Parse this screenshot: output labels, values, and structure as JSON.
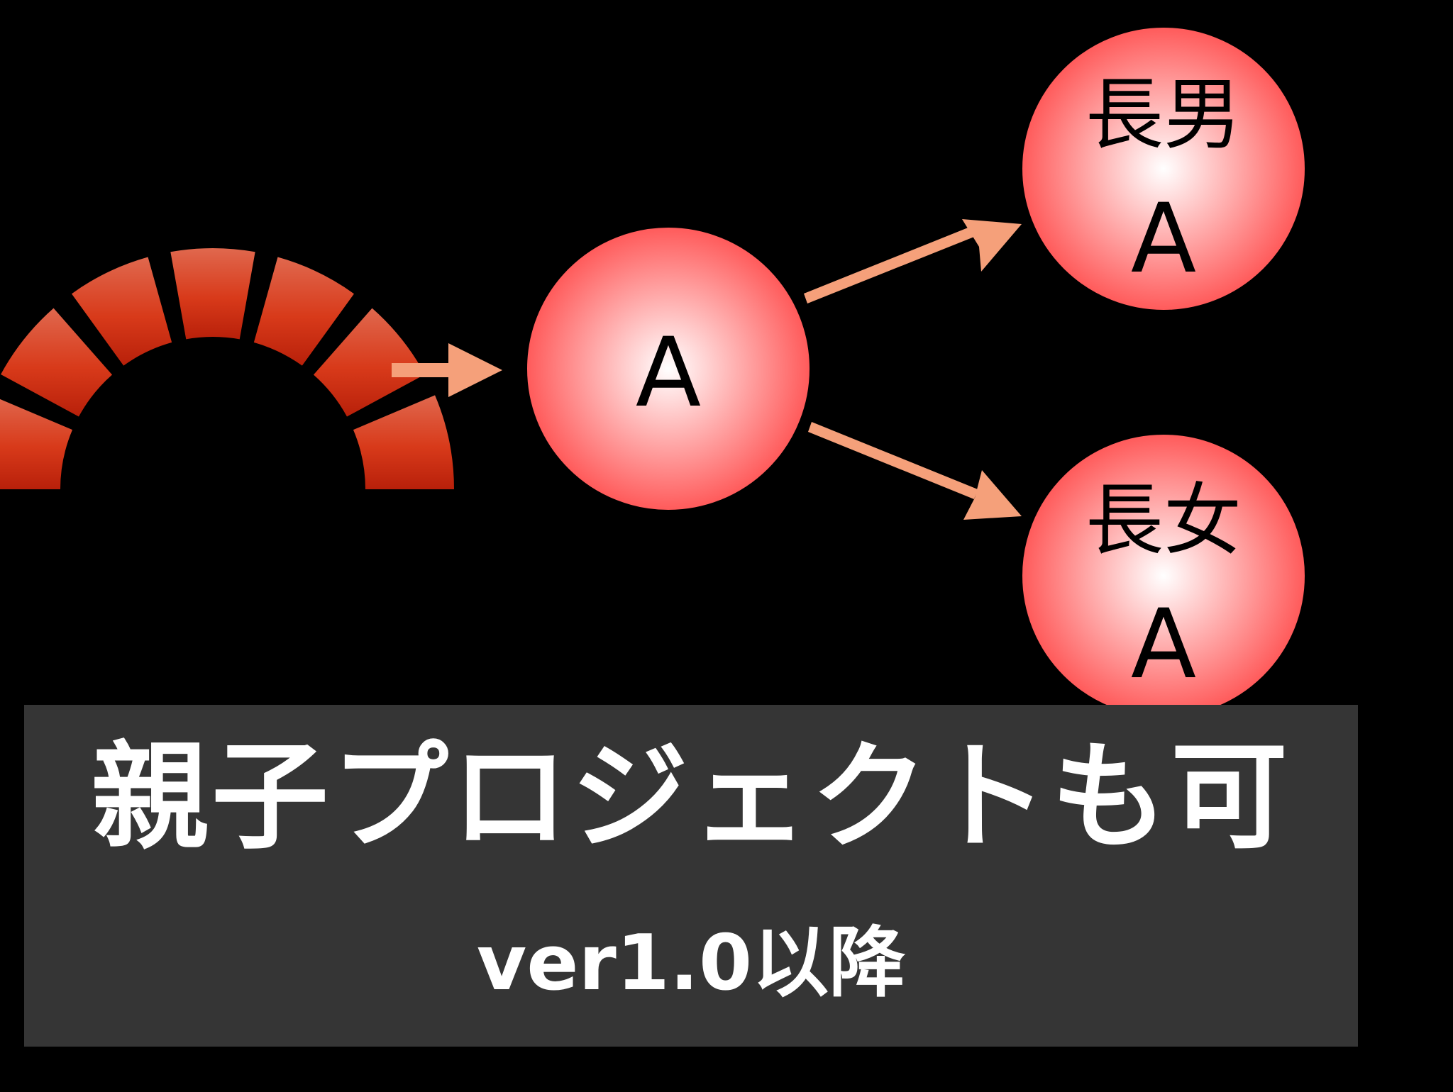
{
  "colors": {
    "background": "#000000",
    "node_center": "#ffffff",
    "node_edge": "#ff5a5a",
    "arrow": "#f5a07a",
    "caption_bg": "#353535",
    "logo_dark": "#b8200a",
    "logo_mid": "#d83a1a",
    "logo_light": "#e0684e"
  },
  "logo": {
    "icon": "redmine-arch-logo"
  },
  "nodes": {
    "root": {
      "label": "A"
    },
    "child_son": {
      "role": "長男",
      "label": "A"
    },
    "child_daughter": {
      "role": "長女",
      "label": "A"
    }
  },
  "caption": {
    "title": "親子プロジェクトも可",
    "subtitle": "ver1.0以降"
  }
}
